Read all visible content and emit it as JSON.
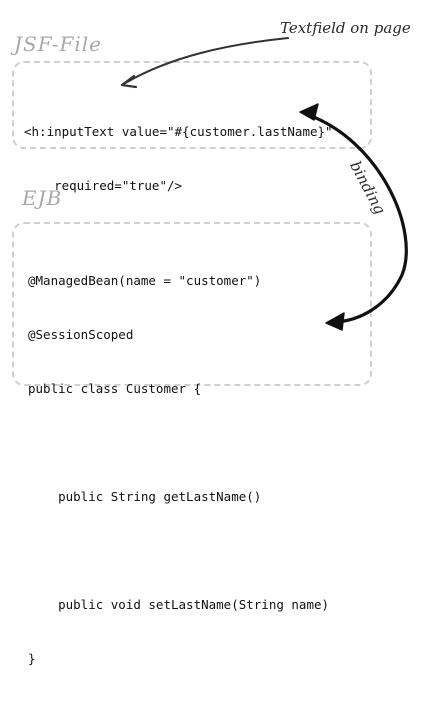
{
  "jsf": {
    "title": "JSF-File",
    "lines": [
      "<h:inputText value=\"#{customer.lastName}\"",
      "    required=\"true\"/>"
    ]
  },
  "ejb": {
    "title": "EJB",
    "lines": [
      "@ManagedBean(name = \"customer\")",
      "@SessionScoped",
      "public class Customer {",
      "",
      "    public String getLastName()",
      "",
      "    public void setLastName(String name)",
      "}"
    ]
  },
  "annotations": {
    "textfield": "Textfield on page",
    "binding": "binding"
  },
  "colors": {
    "title": "#a8a8a8",
    "box_border": "#cfcfcf",
    "arrow": "#333333",
    "text": "#111111"
  }
}
